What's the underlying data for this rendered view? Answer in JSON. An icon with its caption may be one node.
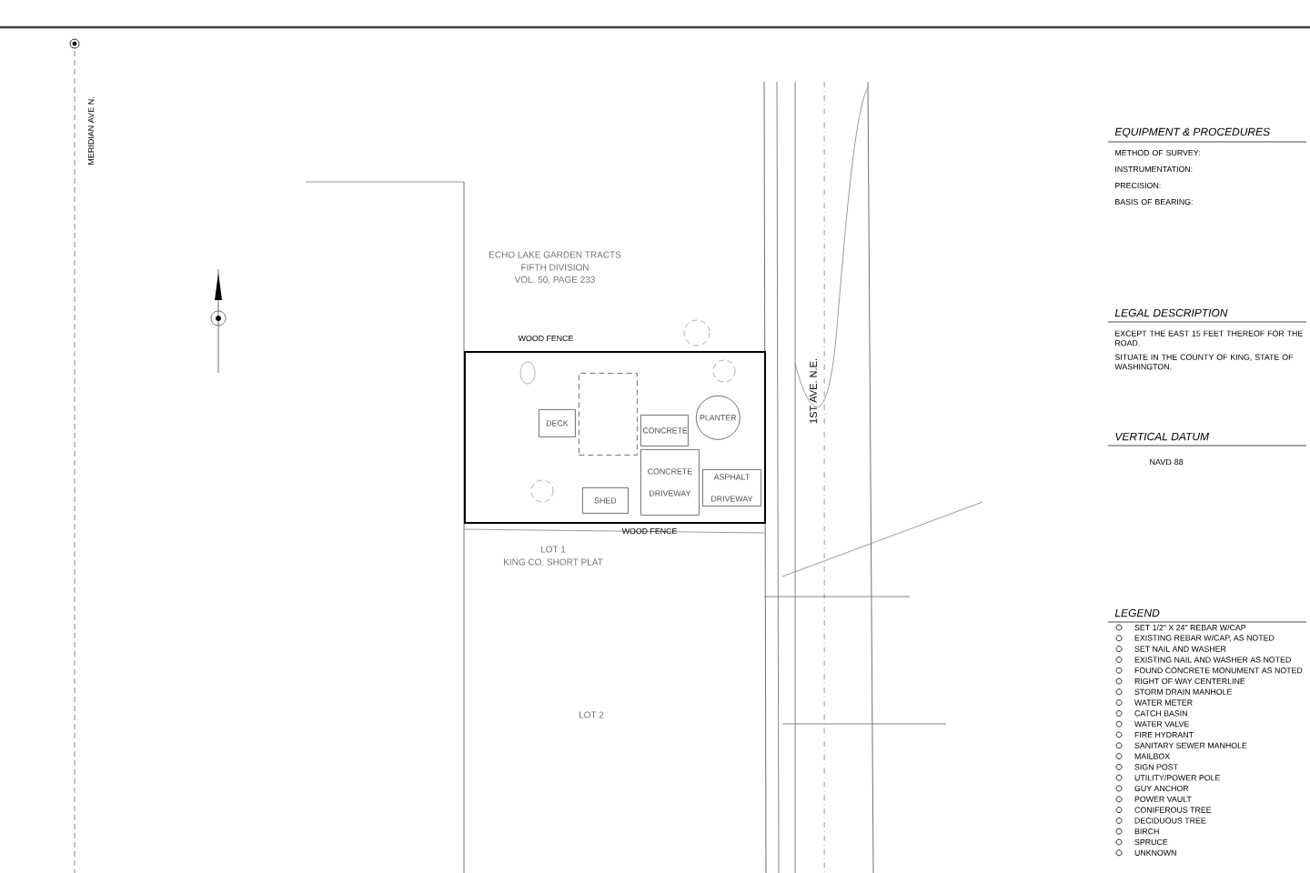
{
  "diagram": {
    "nodes": [
      {
        "text": [],
        "shape": "box"
      },
      {
        "text": [],
        "shape": "box",
        "in": 0
      },
      {
        "text": [
          "DECK"
        ],
        "in": 0
      },
      {
        "text": [
          "CONCRETE"
        ],
        "in": 0
      },
      {
        "text": [
          "CONCRETE DRIVEWAY"
        ],
        "in": 0
      },
      {
        "text": [
          "ASPHALT DRIVEWAY"
        ],
        "in": 0
      },
      {
        "text": [
          "PLANTER"
        ],
        "in": 0
      },
      {
        "text": [
          "SHED"
        ],
        "in": 0
      }
    ],
    "labels": [
      "ECHO LAKE GARDEN TRACTS",
      "FIFTH DIVISION",
      "VOL. 50, PAGE 233",
      "WOOD FENCE",
      "WOOD FENCE",
      "LOT 1",
      "KING CO. SHORT PLAT",
      "LOT 2",
      "1ST AVE. N.E.",
      "MERIDIAN AVE N.",
      "EQUIPMENT & PROCEDURES",
      "METHOD OF SURVEY:",
      "INSTRUMENTATION:",
      "PRECISION:",
      "BASIS OF BEARING:",
      "LEGAL DESCRIPTION",
      "EXCEPT THE EAST 15 FEET THEREOF FOR THE ROAD.",
      "SITUATE IN THE COUNTY OF KING, STATE OF WASHINGTON.",
      "VERTICAL DATUM",
      "NAVD 88",
      "LEGEND"
    ],
    "legend": [
      {
        "text": "SET 1/2\" X 24\" REBAR W/CAP"
      },
      {
        "text": "EXISTING REBAR W/CAP, AS NOTED"
      },
      {
        "text": "SET NAIL AND WASHER"
      },
      {
        "text": "EXISTING NAIL AND WASHER AS NOTED"
      },
      {
        "text": "FOUND CONCRETE MONUMENT AS NOTED"
      },
      {
        "text": "RIGHT OF WAY CENTERLINE"
      },
      {
        "text": "STORM DRAIN MANHOLE"
      },
      {
        "text": "WATER METER"
      },
      {
        "text": "CATCH BASIN"
      },
      {
        "text": "WATER VALVE"
      },
      {
        "text": "FIRE HYDRANT"
      },
      {
        "text": "SANITARY SEWER MANHOLE"
      },
      {
        "text": "MAILBOX"
      },
      {
        "text": "SIGN POST"
      },
      {
        "text": "UTILITY/POWER POLE"
      },
      {
        "text": "GUY ANCHOR"
      },
      {
        "text": "POWER VAULT"
      },
      {
        "text": "CONIFEROUS TREE"
      },
      {
        "text": "DECIDUOUS TREE"
      },
      {
        "text": "BIRCH"
      },
      {
        "text": "SPRUCE"
      },
      {
        "text": "UNKNOWN"
      }
    ]
  }
}
